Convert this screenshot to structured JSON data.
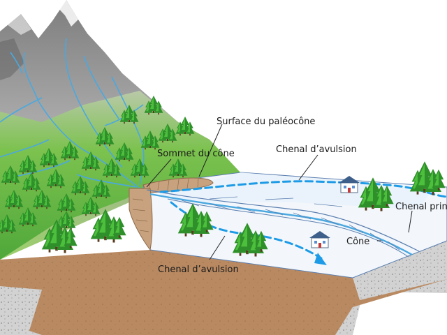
{
  "labels": {
    "paleocone_surface": "Surface du paléocône",
    "cone_apex": "Sommet du cône",
    "avulsion_channel_upper": "Chenal d’avulsion",
    "avulsion_channel_lower": "Chenal d’avulsion",
    "main_channel": "Chenal prin",
    "cone": "Cône"
  },
  "colors": {
    "mountain_gray": "#8f8f8f",
    "slope_green": "#6fbf44",
    "fan_surface": "#f3f7fb",
    "soil_brown": "#b98a62",
    "gravel": "#cfcfcf",
    "stream_blue": "#4aa8e0",
    "avulsion_blue": "#1e9be6",
    "paleocone_tan": "#c8a27e"
  },
  "icons": [
    "tree-cluster-icon",
    "house-icon"
  ]
}
